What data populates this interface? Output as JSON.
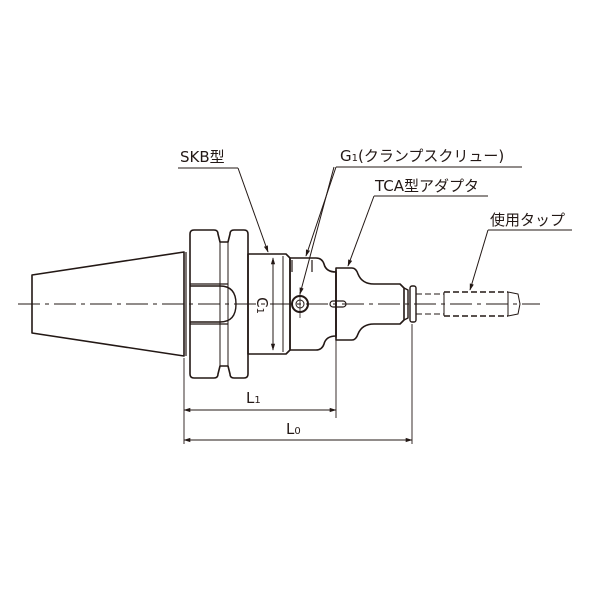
{
  "diagram": {
    "type": "technical-drawing",
    "subject": "BT/BBT tool holder with tapping adapter (side view)",
    "line_color": "#231815",
    "background": "#ffffff"
  },
  "callouts": {
    "skb": {
      "label": "SKB型"
    },
    "g1": {
      "prefix": "G",
      "sub": "1",
      "text": "(クランプスクリュー)"
    },
    "tca": {
      "label": "TCA型アダプタ"
    },
    "tap": {
      "label": "使用タップ"
    }
  },
  "dimensions": {
    "c1": {
      "letter": "C",
      "sub": "1"
    },
    "l1": {
      "letter": "L",
      "sub": "1"
    },
    "l0": {
      "letter": "L",
      "sub": "0"
    }
  }
}
